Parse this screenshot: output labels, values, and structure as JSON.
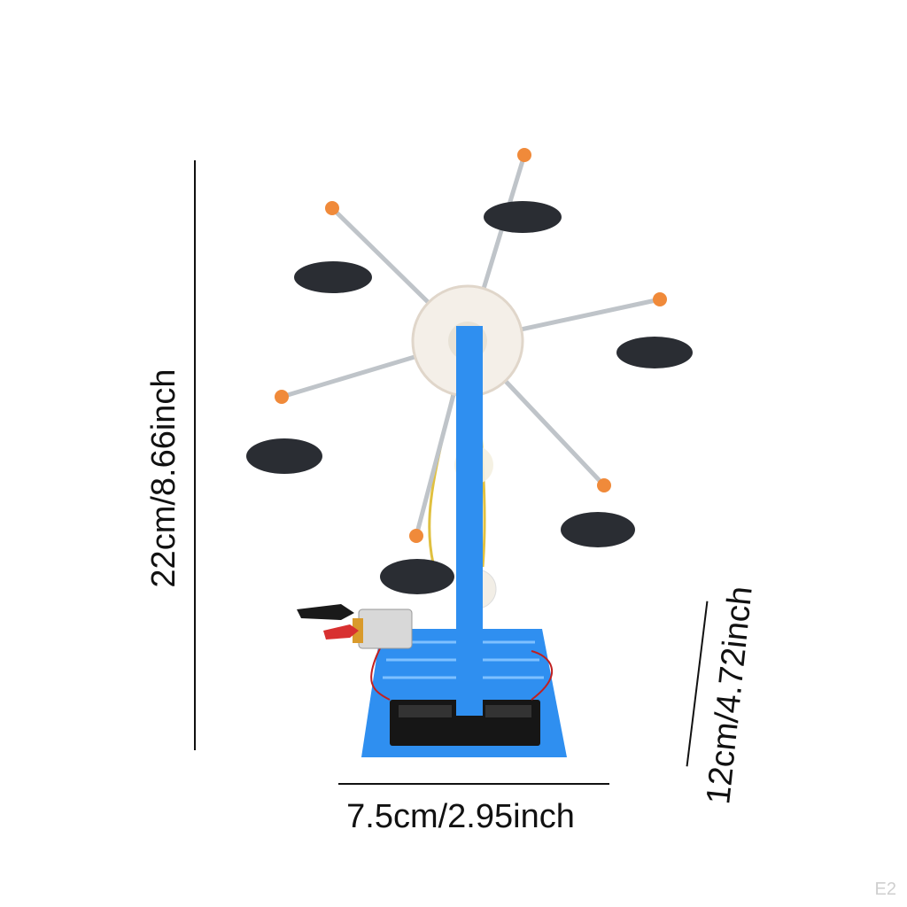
{
  "dimensions": {
    "height_label": "22cm/8.66inch",
    "width_label": "7.5cm/2.95inch",
    "depth_label": "12cm/4.72inch"
  },
  "watermark": "E2",
  "colors": {
    "base_blue": "#2f8ff0",
    "tire": "#2a2d33",
    "hub": "#f4efe8",
    "accent_orange": "#f08a3a",
    "rod": "#bfc4c9"
  }
}
